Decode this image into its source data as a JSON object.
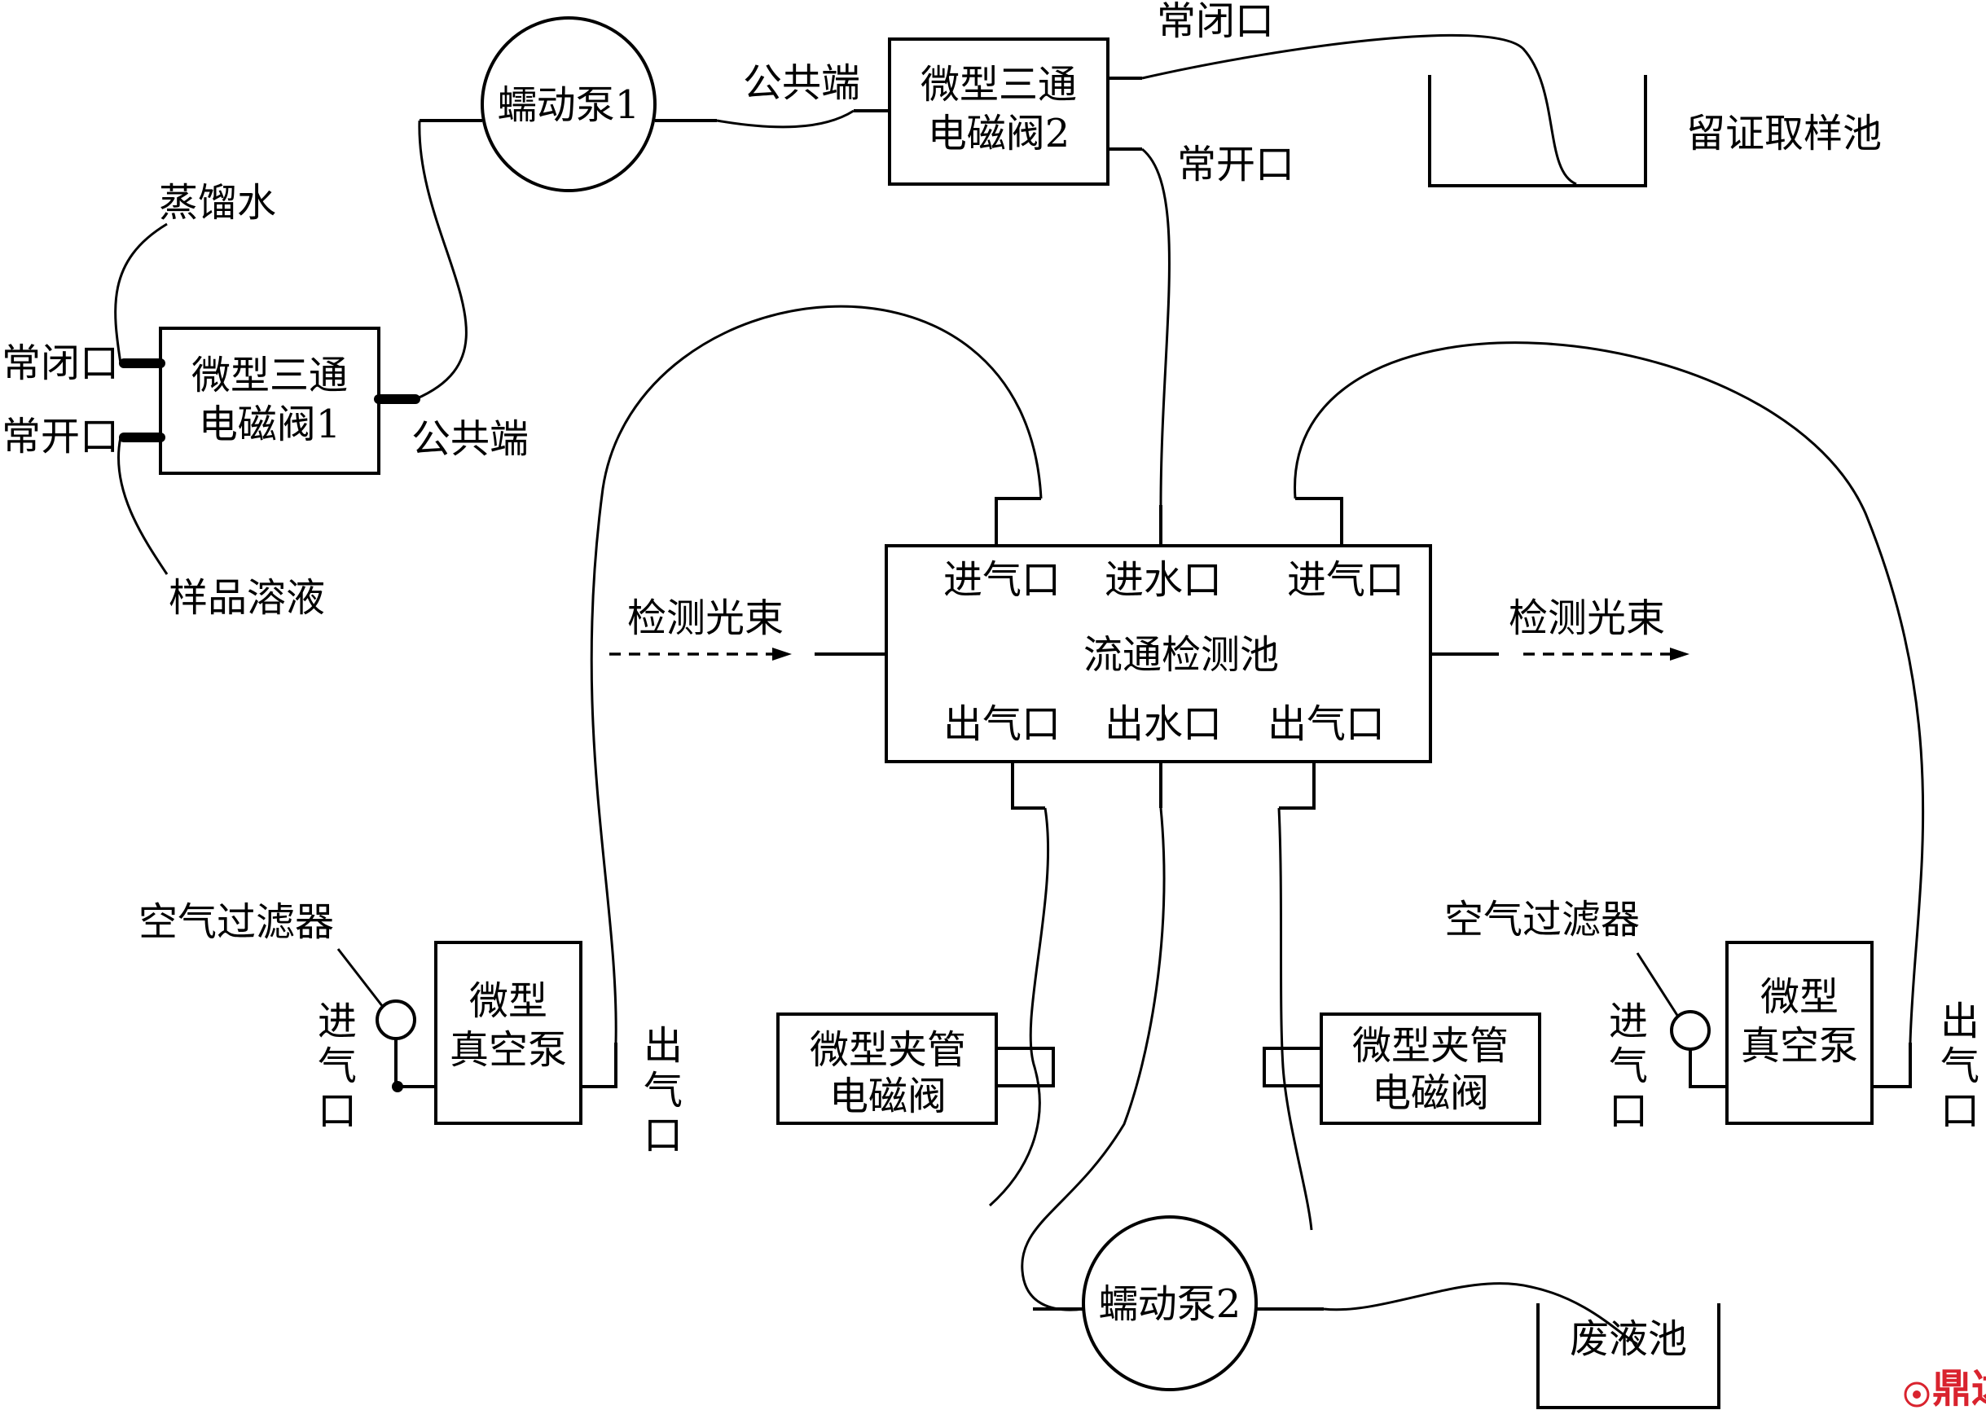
{
  "valve1": {
    "line1": "微型三通",
    "line2": "电磁阀1",
    "nc": "常闭口",
    "no": "常开口",
    "common": "公共端"
  },
  "valve2": {
    "line1": "微型三通",
    "line2": "电磁阀2",
    "nc": "常闭口",
    "no": "常开口",
    "common": "公共端"
  },
  "inputs": {
    "distilled_water": "蒸馏水",
    "sample_solution": "样品溶液"
  },
  "pump1": "蠕动泵1",
  "pump2": "蠕动泵2",
  "retention_pool": "留证取样池",
  "cell": {
    "title": "流通检测池",
    "gas_in_left": "进气口",
    "water_in": "进水口",
    "gas_in_right": "进气口",
    "gas_out_left": "出气口",
    "water_out": "出水口",
    "gas_out_right": "出气口"
  },
  "beam_left": "检测光束",
  "beam_right": "检测光束",
  "vac_left": {
    "line1": "微型",
    "line2": "真空泵",
    "filter": "空气过滤器",
    "inlet": [
      "进",
      "气",
      "口"
    ],
    "outlet": [
      "出",
      "气",
      "口"
    ]
  },
  "vac_right": {
    "line1": "微型",
    "line2": "真空泵",
    "filter": "空气过滤器",
    "inlet": [
      "进",
      "气",
      "口"
    ],
    "outlet": [
      "出",
      "气",
      "口"
    ]
  },
  "pinch_left": {
    "line1": "微型夹管",
    "line2": "电磁阀"
  },
  "pinch_right": {
    "line1": "微型夹管",
    "line2": "电磁阀"
  },
  "waste_pool": "废液池",
  "watermark": "鼎达信",
  "watermark_color": "#d9232e"
}
